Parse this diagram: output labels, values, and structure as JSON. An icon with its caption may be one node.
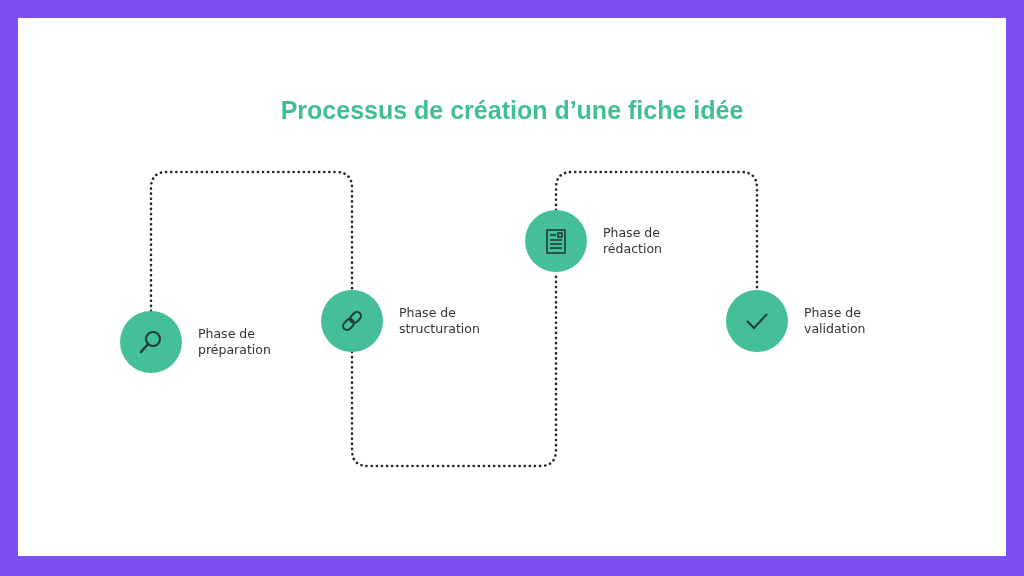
{
  "diagram": {
    "title": "Processus de création d’une fiche idée",
    "nodes": [
      {
        "text": [],
        "shape": "circle",
        "beside": [
          "Phase de préparation"
        ]
      },
      {
        "text": [],
        "shape": "circle",
        "beside": [
          "Phase de structuration"
        ]
      },
      {
        "text": [],
        "shape": "circle",
        "beside": [
          "Phase de rédaction"
        ]
      },
      {
        "text": [],
        "shape": "circle",
        "beside": [
          "Phase de validation"
        ]
      }
    ],
    "edges": [
      {
        "from": 0,
        "to": 1,
        "arrow": "none"
      },
      {
        "from": 1,
        "to": 2,
        "arrow": "none"
      },
      {
        "from": 2,
        "to": 3,
        "arrow": "none"
      }
    ]
  }
}
